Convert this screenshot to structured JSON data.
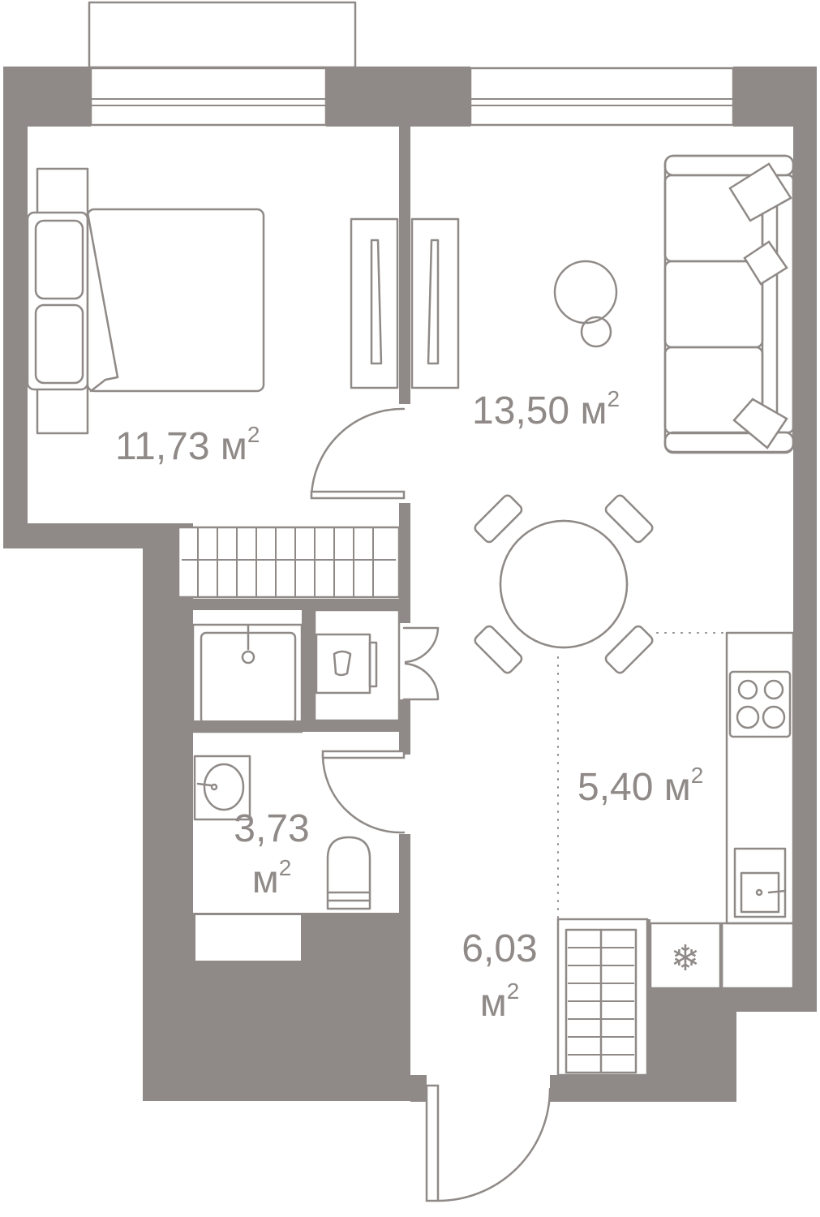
{
  "rooms": {
    "bedroom": {
      "area": "11,73",
      "unit": "м",
      "exp": "2"
    },
    "living": {
      "area": "13,50",
      "unit": "м",
      "exp": "2"
    },
    "kitchen": {
      "area": "5,40",
      "unit": "м",
      "exp": "2"
    },
    "bathroom": {
      "area": "3,73",
      "unit": "м",
      "exp": "2"
    },
    "hall": {
      "area": "6,03",
      "unit": "м",
      "exp": "2"
    }
  },
  "icons": {
    "fridge": "snowflake-icon"
  },
  "colors": {
    "wall": "#8f8a87",
    "background": "#ffffff"
  }
}
